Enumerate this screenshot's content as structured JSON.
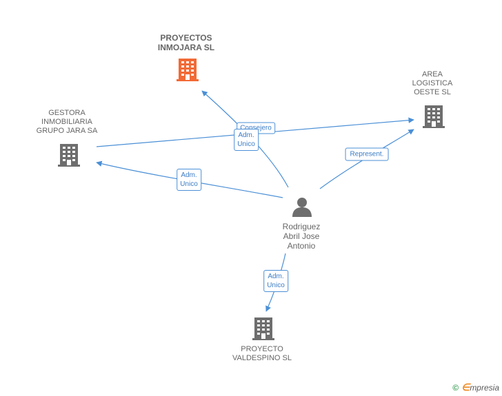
{
  "nodes": {
    "proyectos": {
      "label": "PROYECTOS\nINMOJARA SL",
      "color": "#f26a35"
    },
    "area": {
      "label": "AREA\nLOGISTICA\nOESTE SL",
      "color": "#6e6e6e"
    },
    "gestora": {
      "label": "GESTORA\nINMOBILIARIA\nGRUPO JARA SA",
      "color": "#6e6e6e"
    },
    "person": {
      "label": "Rodriguez\nAbril Jose\nAntonio",
      "color": "#6e6e6e"
    },
    "valdespino": {
      "label": "PROYECTO\nVALDESPINO SL",
      "color": "#6e6e6e"
    }
  },
  "edges": {
    "consejero": {
      "label": "Consejero"
    },
    "adm_unico_proyectos": {
      "label": "Adm.\nUnico"
    },
    "adm_unico_gestora": {
      "label": "Adm.\nUnico"
    },
    "represent": {
      "label": "Represent."
    },
    "adm_unico_valdespino": {
      "label": "Adm.\nUnico"
    }
  },
  "edge_color": "#4a8fd6",
  "brand": {
    "copyright": "©",
    "e": "∈",
    "name": "mpresia"
  }
}
